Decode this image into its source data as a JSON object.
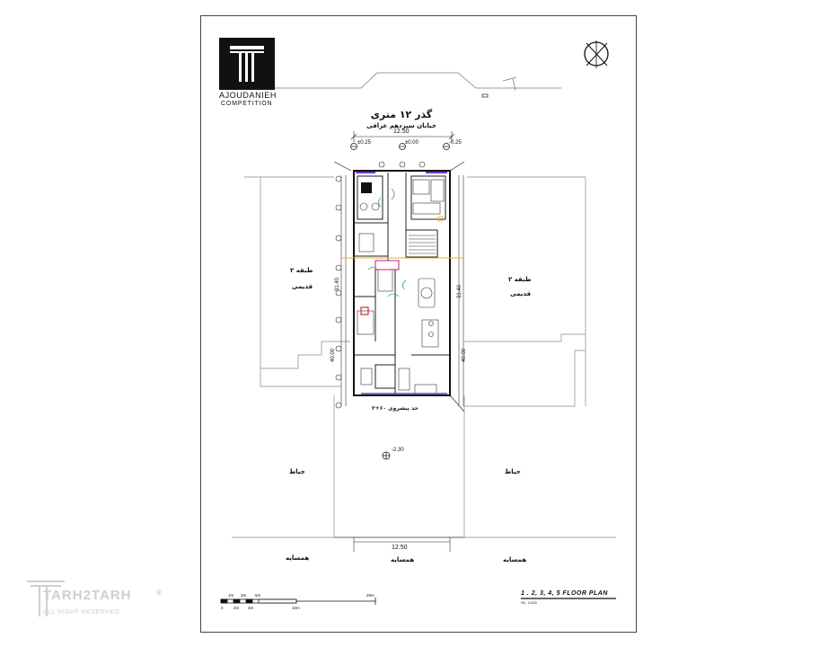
{
  "brand": {
    "name": "AJOUDANIEH",
    "subtitle": "COMPETITION"
  },
  "street": {
    "title": "گذر ۱۲ متری",
    "subtitle": "خیابان سیزدهم عراقی"
  },
  "dimensions": {
    "width_top": "12.50",
    "width_bottom": "12.50",
    "length_left": "31.40",
    "length_right": "31.40",
    "total_left": "40.00",
    "total_right": "40.00"
  },
  "levels": {
    "left": "±0.25",
    "center": "±0.00",
    "right": "-0.25",
    "yard": "-2.30"
  },
  "labels": {
    "old_building_left_1": "۲ طبقه",
    "old_building_left_2": "قدیمی",
    "old_building_right_1": "۲ طبقه",
    "old_building_right_2": "قدیمی",
    "yard_left": "حیاط",
    "yard_right": "حیاط",
    "neighbor_left": "همسایه",
    "neighbor_center": "همسایه",
    "neighbor_right": "همسایه",
    "setback_line": "حد پیشروی ۶۰+۲"
  },
  "scale_bar": {
    "top": [
      "1m",
      "3m",
      "5m",
      "20m"
    ],
    "bottom": [
      "0",
      "2m",
      "4m",
      "10m"
    ]
  },
  "plan": {
    "title": "1 . 2, 3, 4, 5 FLOOR PLAN",
    "scale": "SC. 1/100"
  },
  "watermark": {
    "name": "TARH2TARH",
    "rights": "ALL RIGHT RESERVED",
    "reg": "®"
  },
  "colors": {
    "accent_yellow": "#e8b21c",
    "accent_green": "#3aa655",
    "accent_red": "#d9283b",
    "accent_purple": "#6b38c9",
    "accent_magenta": "#c2188a"
  }
}
